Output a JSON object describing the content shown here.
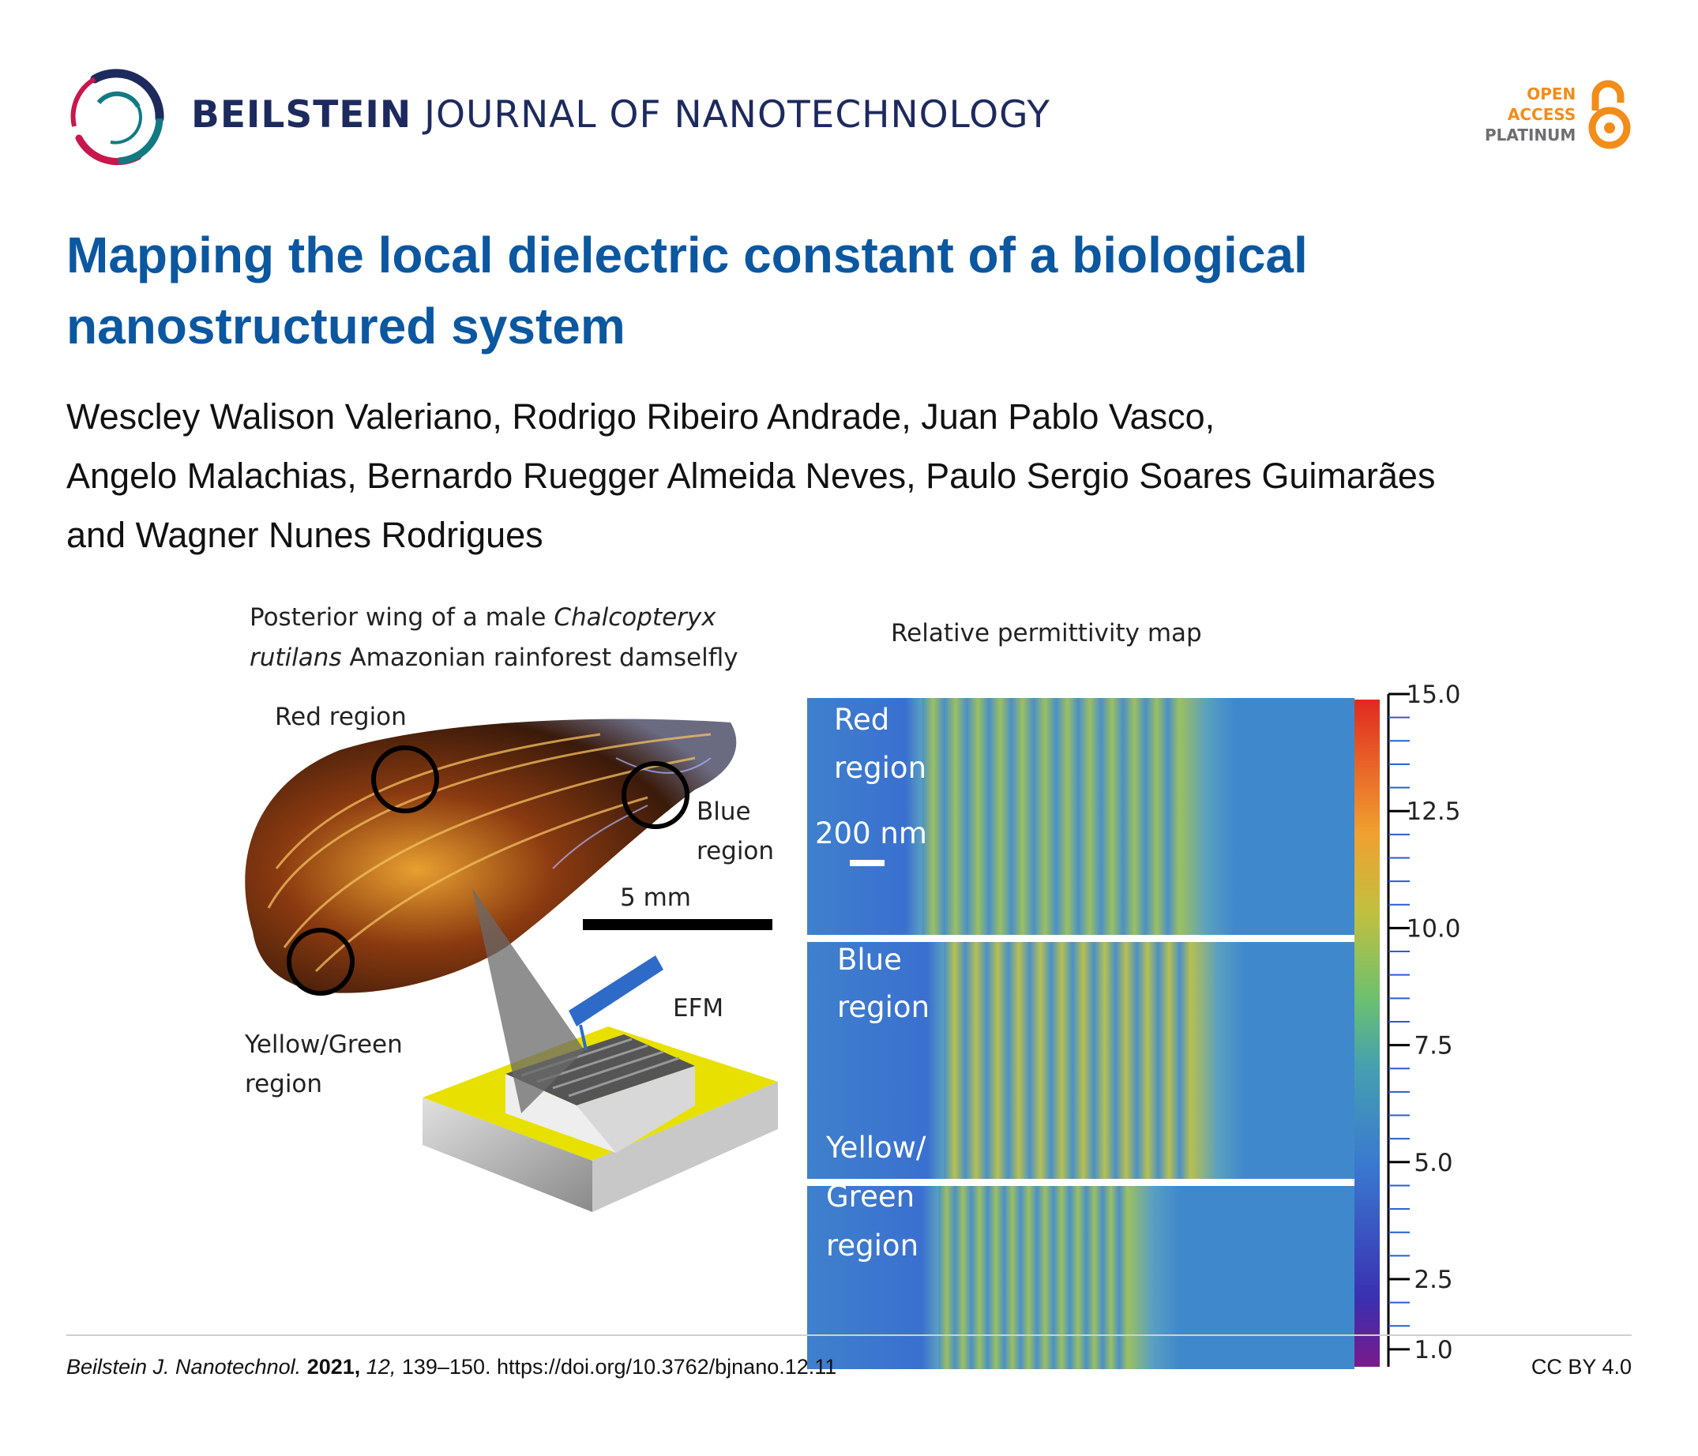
{
  "header": {
    "journal_bold": "BEILSTEIN",
    "journal_rest": "JOURNAL OF NANOTECHNOLOGY",
    "open_access": [
      "OPEN",
      "ACCESS",
      "PLATINUM"
    ],
    "colors": {
      "navy": "#1d2a5e",
      "crimson": "#c8174d",
      "teal": "#127a83",
      "orange": "#f28c1a",
      "grey": "#6d6e71"
    }
  },
  "article": {
    "title_line1": "Mapping the local dielectric constant of a biological",
    "title_line2": "nanostructured system",
    "authors_line1": "Wescley Walison Valeriano, Rodrigo Ribeiro Andrade, Juan Pablo Vasco,",
    "authors_line2": "Angelo Malachias, Bernardo Ruegger Almeida Neves, Paulo Sergio Soares Guimarães",
    "authors_line3": "and Wagner Nunes Rodrigues",
    "title_color": "#0b57a0"
  },
  "figure": {
    "caption_line1_a": "Posterior wing of a male ",
    "caption_line1_b": "Chalcopteryx",
    "caption_line2_a": "rutilans",
    "caption_line2_b": " Amazonian rainforest damselfly",
    "red_region": "Red region",
    "blue_region_1": "Blue",
    "blue_region_2": "region",
    "yellow_region_1": "Yellow/Green",
    "yellow_region_2": "region",
    "scale_wing": "5 mm",
    "efm": "EFM",
    "map_title": "Relative permittivity map",
    "panels": [
      {
        "lines": [
          "Red",
          "region"
        ]
      },
      {
        "lines": [
          "Blue",
          "region"
        ]
      },
      {
        "lines": [
          "Yellow/",
          "Green",
          "region"
        ]
      }
    ],
    "scale_map": "200 nm"
  },
  "chart_data": {
    "type": "heatmap",
    "title": "Relative permittivity map",
    "colorbar": {
      "range": [
        1.0,
        15.0
      ],
      "tick_labels": [
        "15.0",
        "12.5",
        "10.0",
        "7.5",
        "5.0",
        "2.5",
        "1.0"
      ],
      "tick_values": [
        15.0,
        12.5,
        10.0,
        7.5,
        5.0,
        2.5,
        1.0
      ]
    },
    "panels": [
      "Red region",
      "Blue region",
      "Yellow/Green region"
    ]
  },
  "footer": {
    "journal_abbr": "Beilstein J. Nanotechnol.",
    "year": "2021,",
    "volume": "12,",
    "pages_doi": "139–150. https://doi.org/10.3762/bjnano.12.11",
    "license": "CC BY 4.0"
  }
}
